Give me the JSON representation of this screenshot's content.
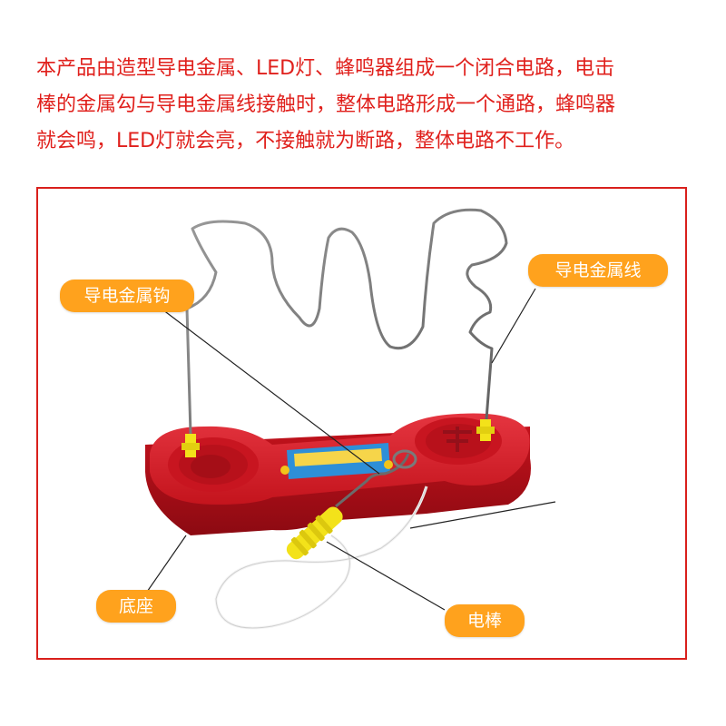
{
  "description": {
    "line1": "本产品由造型导电金属、LED灯、蜂鸣器组成一个闭合电路，电击",
    "line2": "棒的金属勾与导电金属线接触时，整体电路形成一个通路，蜂鸣器",
    "line3": "就会鸣，LED灯就会亮，不接触就为断路，整体电路不工作。"
  },
  "callouts": {
    "hook": "导电金属钩",
    "wire": "导电金属线",
    "base": "底座",
    "wand": "电棒"
  },
  "colors": {
    "text_red": "#e0201c",
    "frame_red": "#d9201c",
    "callout_orange": "#ffa21d",
    "base_red": "#d21a25",
    "handle_yellow": "#f3e21a"
  }
}
